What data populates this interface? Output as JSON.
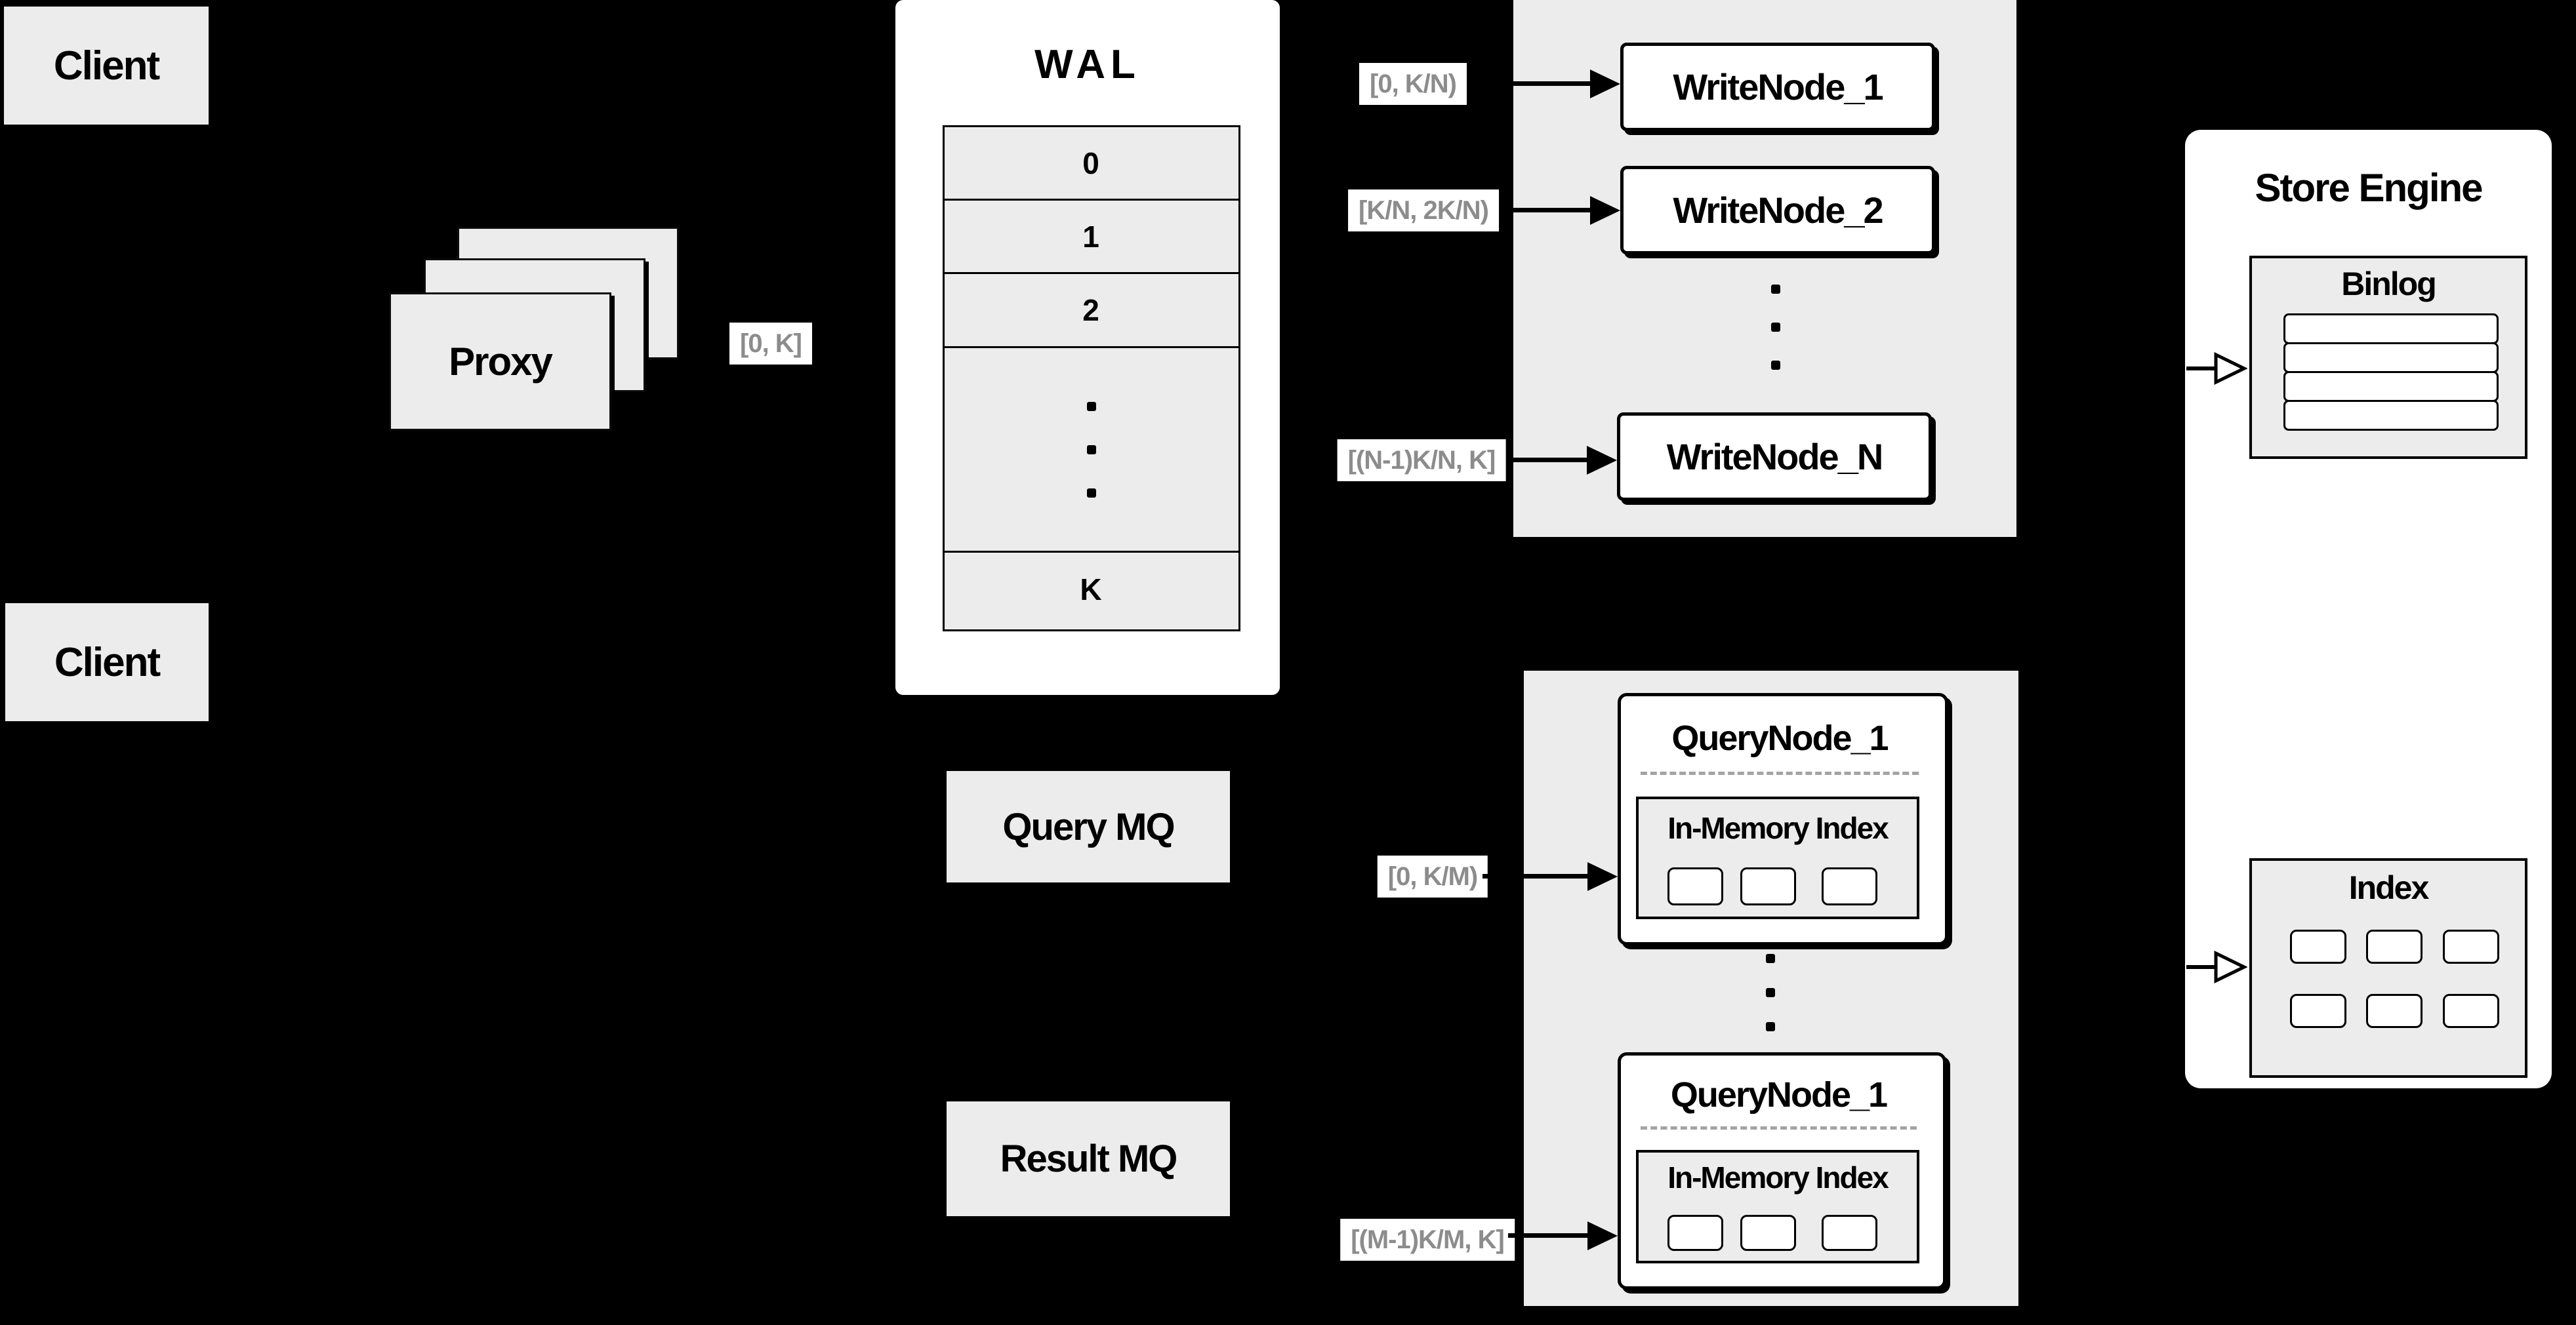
{
  "colors": {
    "background": "#000000",
    "panel_gray": "#ececec",
    "box_white": "#ffffff",
    "border_black": "#000000",
    "range_label_text": "#8c8c8c"
  },
  "clients": {
    "top": "Client",
    "bottom": "Client"
  },
  "proxy": {
    "label": "Proxy"
  },
  "wal": {
    "title": "WAL",
    "rows": [
      "0",
      "1",
      "2",
      "K"
    ]
  },
  "write_cluster": {
    "node1": "WriteNode_1",
    "node2": "WriteNode_2",
    "nodeN": "WriteNode_N"
  },
  "query_cluster": {
    "top": {
      "title": "QueryNode_1",
      "inner_title": "In-Memory Index"
    },
    "bottom": {
      "title": "QueryNode_1",
      "inner_title": "In-Memory Index"
    }
  },
  "mq": {
    "query": "Query MQ",
    "result": "Result MQ"
  },
  "store_engine": {
    "title": "Store Engine",
    "binlog_title": "Binlog",
    "index_title": "Index"
  },
  "range_labels": {
    "proxy_out": "[0, K]",
    "write_node_1": "[0, K/N)",
    "write_node_2": "[K/N, 2K/N)",
    "write_node_n": "[(N-1)K/N, K]",
    "query_node_1": "[0, K/M)",
    "query_node_m": "[(M-1)K/M, K]"
  }
}
